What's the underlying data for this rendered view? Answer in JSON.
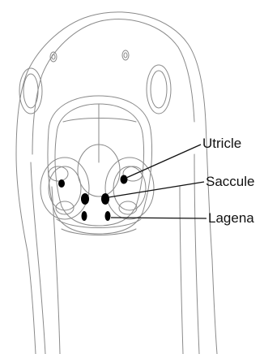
{
  "labels": {
    "utricle": "Utricle",
    "saccule": "Saccule",
    "lagena": "Lagena"
  },
  "colors": {
    "outline": "#8a8a8a",
    "organ": "#000000",
    "text": "#111111",
    "leader": "#111111"
  }
}
